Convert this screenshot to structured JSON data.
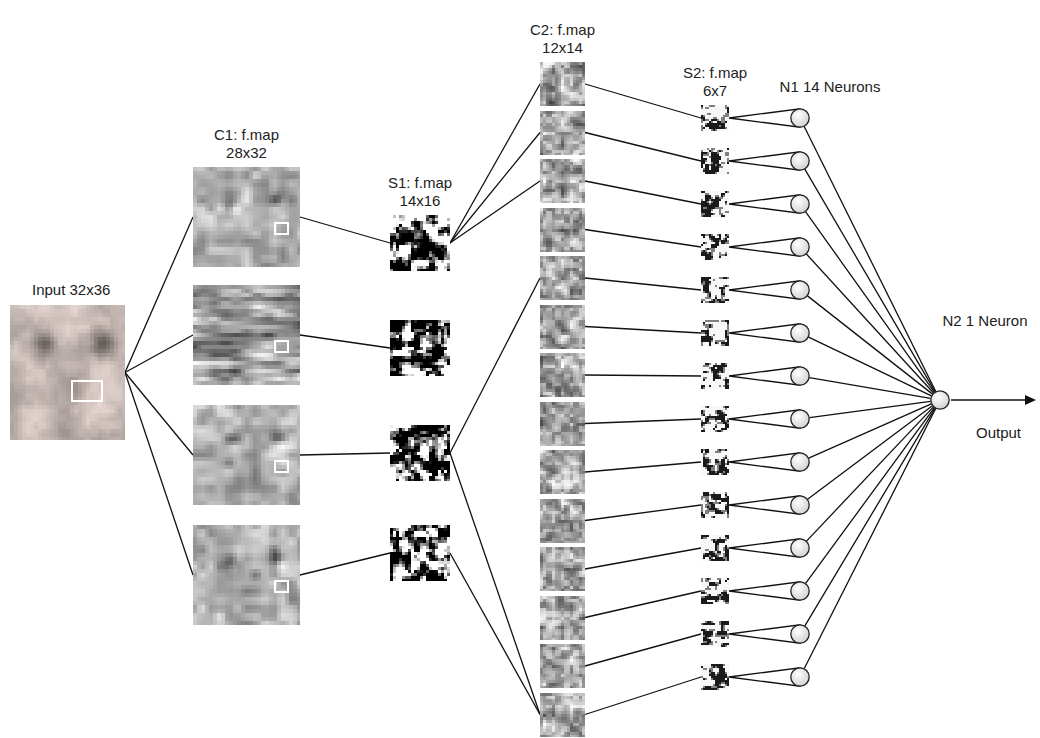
{
  "diagram": {
    "nodes": [
      {
        "text": [
          "Input 32x36"
        ]
      },
      {
        "text": [
          "C1: f.map 28x32"
        ]
      },
      {
        "text": []
      },
      {
        "text": []
      },
      {
        "text": []
      },
      {
        "text": [
          "S1: f.map 14x16"
        ]
      },
      {
        "text": []
      },
      {
        "text": []
      },
      {
        "text": []
      },
      {
        "text": [
          "C2: f.map 12x14"
        ]
      },
      {
        "text": []
      },
      {
        "text": []
      },
      {
        "text": []
      },
      {
        "text": []
      },
      {
        "text": []
      },
      {
        "text": []
      },
      {
        "text": []
      },
      {
        "text": []
      },
      {
        "text": []
      },
      {
        "text": []
      },
      {
        "text": []
      },
      {
        "text": []
      },
      {
        "text": []
      },
      {
        "text": [
          "S2: f.map 6x7"
        ]
      },
      {
        "text": []
      },
      {
        "text": []
      },
      {
        "text": []
      },
      {
        "text": []
      },
      {
        "text": []
      },
      {
        "text": []
      },
      {
        "text": []
      },
      {
        "text": []
      },
      {
        "text": []
      },
      {
        "text": []
      },
      {
        "text": []
      },
      {
        "text": []
      },
      {
        "text": []
      },
      {
        "text": [
          "N1 14 Neurons"
        ]
      },
      {
        "text": []
      },
      {
        "text": []
      },
      {
        "text": []
      },
      {
        "text": []
      },
      {
        "text": []
      },
      {
        "text": []
      },
      {
        "text": []
      },
      {
        "text": []
      },
      {
        "text": []
      },
      {
        "text": []
      },
      {
        "text": []
      },
      {
        "text": []
      },
      {
        "text": []
      },
      {
        "text": [
          "N2 1 Neuron"
        ]
      }
    ],
    "edges": [
      {
        "from": 0,
        "to": 1,
        "arrow": "none"
      },
      {
        "from": 0,
        "to": 2,
        "arrow": "none"
      },
      {
        "from": 0,
        "to": 3,
        "arrow": "none"
      },
      {
        "from": 0,
        "to": 4,
        "arrow": "none"
      },
      {
        "from": 1,
        "to": 5,
        "arrow": "none"
      },
      {
        "from": 2,
        "to": 6,
        "arrow": "none"
      },
      {
        "from": 3,
        "to": 7,
        "arrow": "none"
      },
      {
        "from": 4,
        "to": 8,
        "arrow": "none"
      },
      {
        "from": 5,
        "to": 9,
        "arrow": "none"
      },
      {
        "from": 5,
        "to": 10,
        "arrow": "none"
      },
      {
        "from": 5,
        "to": 11,
        "arrow": "none"
      },
      {
        "from": 7,
        "to": 13,
        "arrow": "none"
      },
      {
        "from": 7,
        "to": 22,
        "arrow": "none"
      },
      {
        "from": 8,
        "to": 22,
        "arrow": "none"
      },
      {
        "from": 9,
        "to": 23,
        "arrow": "none"
      },
      {
        "from": 10,
        "to": 24,
        "arrow": "none"
      },
      {
        "from": 11,
        "to": 25,
        "arrow": "none"
      },
      {
        "from": 12,
        "to": 26,
        "arrow": "none"
      },
      {
        "from": 13,
        "to": 27,
        "arrow": "none"
      },
      {
        "from": 14,
        "to": 28,
        "arrow": "none"
      },
      {
        "from": 15,
        "to": 29,
        "arrow": "none"
      },
      {
        "from": 16,
        "to": 30,
        "arrow": "none"
      },
      {
        "from": 17,
        "to": 31,
        "arrow": "none"
      },
      {
        "from": 18,
        "to": 32,
        "arrow": "none"
      },
      {
        "from": 19,
        "to": 33,
        "arrow": "none"
      },
      {
        "from": 20,
        "to": 34,
        "arrow": "none"
      },
      {
        "from": 21,
        "to": 35,
        "arrow": "none"
      },
      {
        "from": 22,
        "to": 36,
        "arrow": "none"
      },
      {
        "from": 23,
        "to": 37,
        "arrow": "none"
      },
      {
        "from": 24,
        "to": 38,
        "arrow": "none"
      },
      {
        "from": 25,
        "to": 39,
        "arrow": "none"
      },
      {
        "from": 26,
        "to": 40,
        "arrow": "none"
      },
      {
        "from": 27,
        "to": 41,
        "arrow": "none"
      },
      {
        "from": 28,
        "to": 42,
        "arrow": "none"
      },
      {
        "from": 29,
        "to": 43,
        "arrow": "none"
      },
      {
        "from": 30,
        "to": 44,
        "arrow": "none"
      },
      {
        "from": 31,
        "to": 45,
        "arrow": "none"
      },
      {
        "from": 32,
        "to": 46,
        "arrow": "none"
      },
      {
        "from": 33,
        "to": 47,
        "arrow": "none"
      },
      {
        "from": 34,
        "to": 48,
        "arrow": "none"
      },
      {
        "from": 35,
        "to": 49,
        "arrow": "none"
      },
      {
        "from": 36,
        "to": 50,
        "arrow": "none"
      },
      {
        "from": 37,
        "to": 51,
        "arrow": "none"
      },
      {
        "from": 38,
        "to": 51,
        "arrow": "none"
      },
      {
        "from": 39,
        "to": 51,
        "arrow": "none"
      },
      {
        "from": 40,
        "to": 51,
        "arrow": "none"
      },
      {
        "from": 41,
        "to": 51,
        "arrow": "none"
      },
      {
        "from": 42,
        "to": 51,
        "arrow": "none"
      },
      {
        "from": 43,
        "to": 51,
        "arrow": "none"
      },
      {
        "from": 44,
        "to": 51,
        "arrow": "none"
      },
      {
        "from": 45,
        "to": 51,
        "arrow": "none"
      },
      {
        "from": 46,
        "to": 51,
        "arrow": "none"
      },
      {
        "from": 47,
        "to": 51,
        "arrow": "none"
      },
      {
        "from": 48,
        "to": 51,
        "arrow": "none"
      },
      {
        "from": 49,
        "to": 51,
        "arrow": "none"
      },
      {
        "from": 50,
        "to": 51,
        "arrow": "none"
      }
    ],
    "labels": [
      "Output"
    ]
  }
}
